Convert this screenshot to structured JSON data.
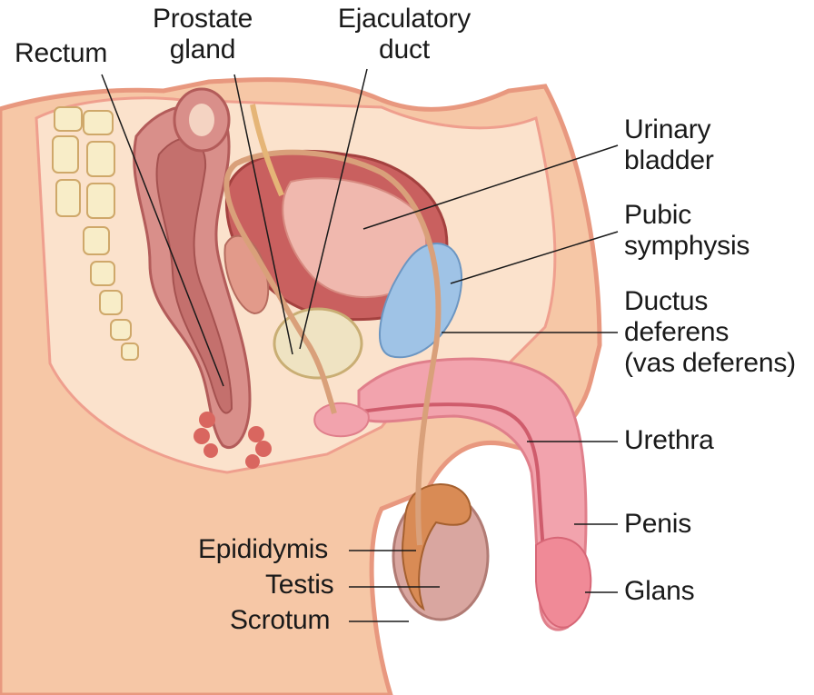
{
  "labels": {
    "rectum": "Rectum",
    "prostate": [
      "Prostate",
      "gland"
    ],
    "ejaculatory": [
      "Ejaculatory",
      "duct"
    ],
    "bladder": [
      "Urinary",
      "bladder"
    ],
    "pubic": [
      "Pubic",
      "symphysis"
    ],
    "ductus": [
      "Ductus",
      "deferens",
      "(vas deferens)"
    ],
    "urethra": "Urethra",
    "penis": "Penis",
    "glans": "Glans",
    "epididymis": "Epididymis",
    "testis": "Testis",
    "scrotum": "Scrotum"
  },
  "colors": {
    "skin": "#f6c7a6",
    "skin_edge": "#e8987f",
    "bone": "#f8edc8",
    "bladder": "#c9605f",
    "rectum": "#d98f8a",
    "prostate": "#efe3c2",
    "pubic": "#9fc3e6",
    "penis": "#f2a3ad",
    "testis": "#d9a6a0",
    "epididymis": "#d98b55",
    "duct": "#d9a07a",
    "leader": "#1a1a1a"
  }
}
